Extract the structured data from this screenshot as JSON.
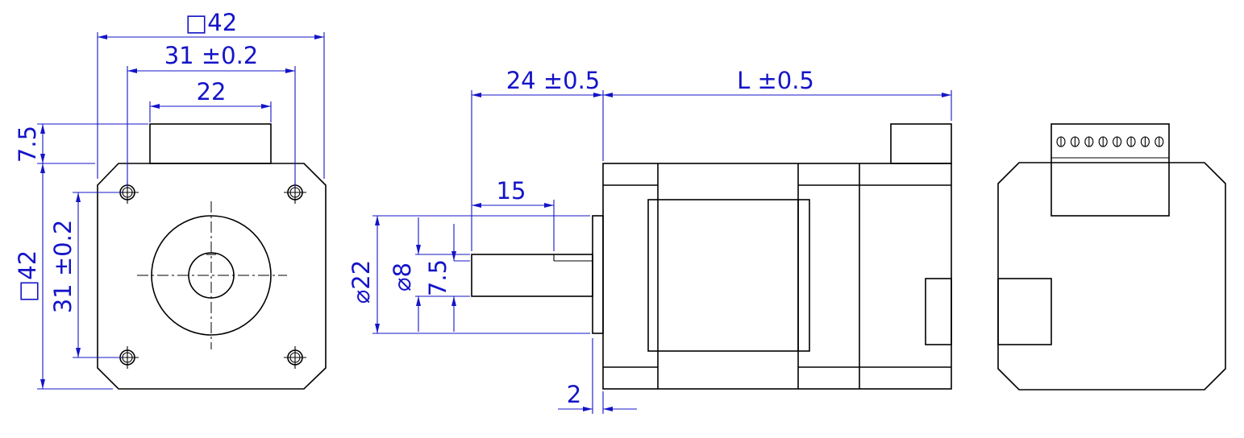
{
  "colors": {
    "dimension": "#1414c8",
    "line": "#000000",
    "background": "#ffffff"
  },
  "dimensions": {
    "front_width": "42",
    "front_width_symbol": "□",
    "hole_spacing_x": "31 ±0.2",
    "connector_width": "22",
    "connector_height": "7.5",
    "front_height": "42",
    "front_height_symbol": "□",
    "hole_spacing_y": "31 ±0.2",
    "shaft_length": "24 ±0.5",
    "body_length": "L ±0.5",
    "flat_length": "15",
    "boss_diameter": "22",
    "boss_diameter_symbol": "⌀",
    "shaft_diameter": "8",
    "shaft_diameter_symbol": "⌀",
    "flat_depth": "7.5",
    "boss_height": "2"
  },
  "connector_pins": 8
}
